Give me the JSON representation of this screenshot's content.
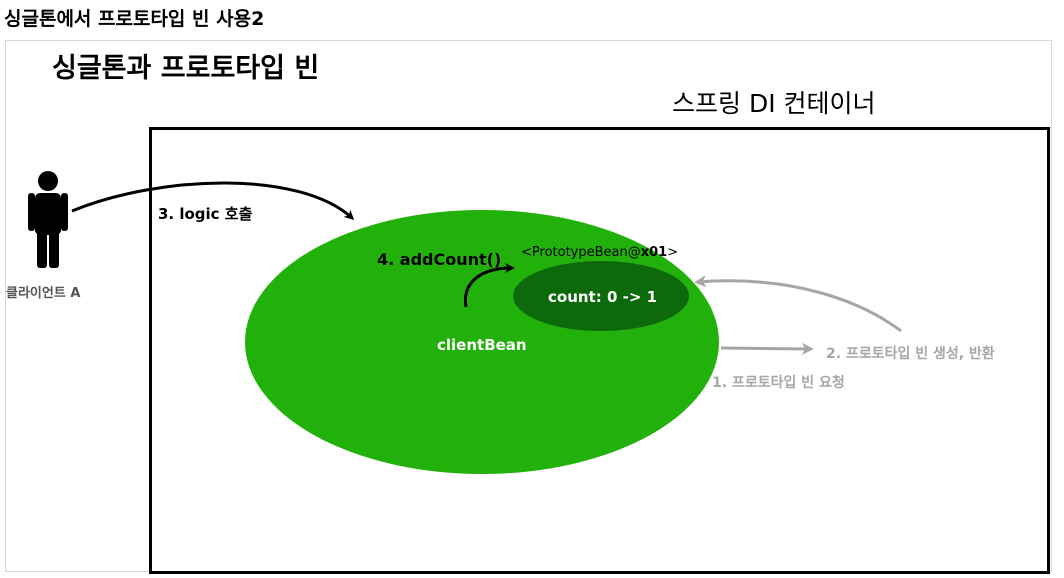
{
  "page_title": "싱글톤에서 프로토타입 빈 사용2",
  "slide_title": "싱글톤과 프로토타입 빈",
  "container_label": "스프링 DI 컨테이너",
  "client": {
    "label": "클라이언트 A",
    "icon": "person-icon"
  },
  "steps": {
    "step1": "1. 프로토타입 빈 요청",
    "step2": "2. 프로토타입 빈 생성, 반환",
    "step3": "3. logic 호출",
    "step4": "4. addCount()"
  },
  "client_bean": {
    "label": "clientBean",
    "color": "#22b00a"
  },
  "prototype_bean": {
    "ref_prefix": "<PrototypeBean@",
    "ref_id": "x01",
    "ref_suffix": ">",
    "count_text": "count: 0 -> 1",
    "color": "#0d6a0b"
  },
  "colors": {
    "request_arrow": "#a6a6a6",
    "call_arrow": "#000000"
  }
}
